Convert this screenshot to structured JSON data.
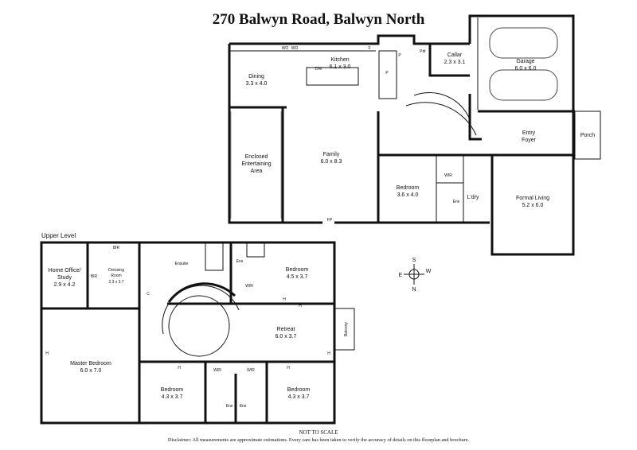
{
  "title": "270 Balwyn Road, Balwyn North",
  "upper_level_label": "Upper Level",
  "not_to_scale": "NOT TO SCALE",
  "disclaimer": "Disclaimer: All measurements are approximate estimations. Every care has been taken to verify the accuracy of details on this floorplan and brochure.",
  "compass": {
    "n": "N",
    "s": "S",
    "e": "E",
    "w": "W"
  },
  "ground": {
    "kitchen": {
      "name": "Kitchen",
      "dim": "6.1 x 3.0"
    },
    "dining": {
      "name": "Dining",
      "dim": "3.3 x 4.0"
    },
    "family": {
      "name": "Family",
      "dim": "6.0 x 8.3"
    },
    "enclosed": {
      "l1": "Enclosed",
      "l2": "Entertaining",
      "l3": "Area"
    },
    "cellar": {
      "name": "Callar",
      "dim": "2.3 x 3.1"
    },
    "garage": {
      "name": "Garage",
      "dim": "6.0 x 6.0"
    },
    "entry": {
      "l1": "Entry",
      "l2": "Foyer"
    },
    "porch": "Porch",
    "bedroom": {
      "name": "Bedroom",
      "dim": "3.6 x 4.0"
    },
    "formal": {
      "name": "Formal Living",
      "dim": "5.2 x 6.0"
    },
    "ldry": "L'dry",
    "wir": "WIR",
    "ens": "Ens",
    "p1": "P",
    "p2": "P",
    "pdr": "Pdr",
    "wo1": "WO",
    "wo2": "WO",
    "dw": "DW",
    "f": "F",
    "fp": "FP"
  },
  "upper": {
    "office": {
      "l1": "Home Office/",
      "l2": "Study",
      "dim": "2.9 x 4.2"
    },
    "dressing": {
      "l1": "Dressing",
      "l2": "Room",
      "dim": "2.3 x 3.7"
    },
    "bir1": "BIR",
    "bir2": "BIR",
    "ensuite": "Ensuite",
    "ens_top": "Ens",
    "wir_top": "WIR",
    "c": "C",
    "bed_top": {
      "name": "Bedroom",
      "dim": "4.5 x 3.7"
    },
    "retreat": {
      "name": "Retreat",
      "dim": "6.0 x 3.7"
    },
    "balcony": "Balcony",
    "master": {
      "name": "Master Bedroom",
      "dim": "6.0 x 7.0"
    },
    "bed_left": {
      "name": "Bedroom",
      "dim": "4.3 x 3.7"
    },
    "bed_right": {
      "name": "Bedroom",
      "dim": "4.3 x 3.7"
    },
    "wir_l": "WIR",
    "wir_r": "WIR",
    "ens_l": "Ens",
    "ens_r": "Ens",
    "h1": "H",
    "h2": "H",
    "h3": "H",
    "h4": "H",
    "h5": "H",
    "h6": "H"
  }
}
